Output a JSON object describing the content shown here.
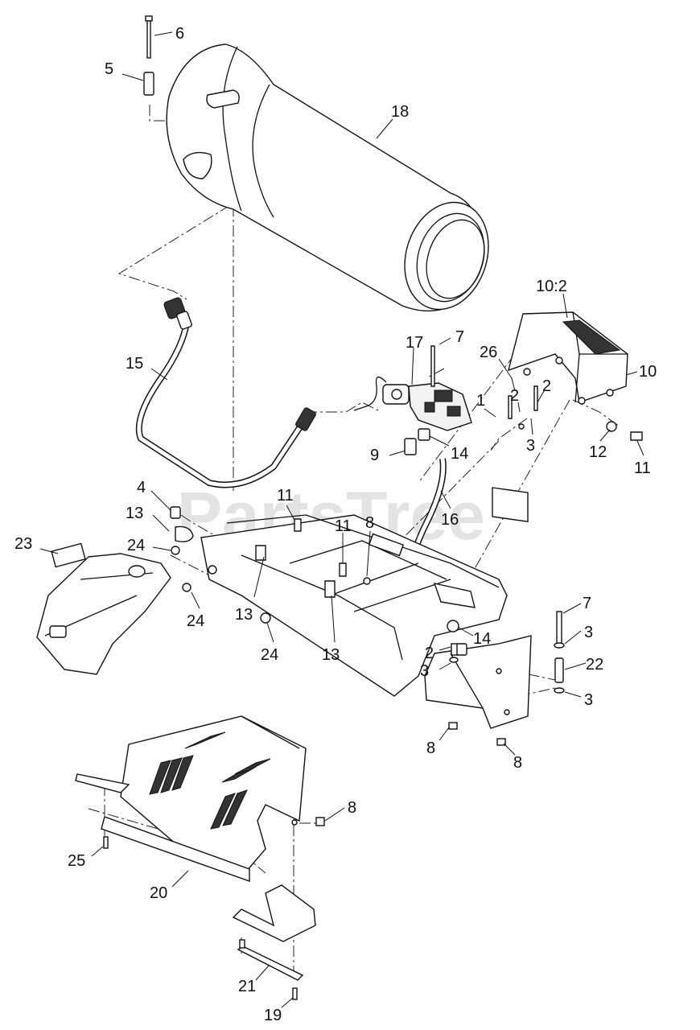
{
  "watermark": {
    "text": "PartsTree",
    "trademark": "TM"
  },
  "callouts": [
    {
      "id": "c6",
      "text": "6"
    },
    {
      "id": "c5",
      "text": "5"
    },
    {
      "id": "c18",
      "text": "18"
    },
    {
      "id": "c10_2",
      "text": "10:2"
    },
    {
      "id": "c7a",
      "text": "7"
    },
    {
      "id": "c17",
      "text": "17"
    },
    {
      "id": "c15",
      "text": "15"
    },
    {
      "id": "c26",
      "text": "26"
    },
    {
      "id": "c2a",
      "text": "2"
    },
    {
      "id": "c2b",
      "text": "2"
    },
    {
      "id": "c10",
      "text": "10"
    },
    {
      "id": "c1",
      "text": "1"
    },
    {
      "id": "c3a",
      "text": "3"
    },
    {
      "id": "c12",
      "text": "12"
    },
    {
      "id": "c11a",
      "text": "11"
    },
    {
      "id": "c9",
      "text": "9"
    },
    {
      "id": "c14a",
      "text": "14"
    },
    {
      "id": "c16",
      "text": "16"
    },
    {
      "id": "c4",
      "text": "4"
    },
    {
      "id": "c11b",
      "text": "11"
    },
    {
      "id": "c13a",
      "text": "13"
    },
    {
      "id": "c11c",
      "text": "11"
    },
    {
      "id": "c8a",
      "text": "8"
    },
    {
      "id": "c23",
      "text": "23"
    },
    {
      "id": "c24a",
      "text": "24"
    },
    {
      "id": "c24b",
      "text": "24"
    },
    {
      "id": "c13b",
      "text": "13"
    },
    {
      "id": "c24c",
      "text": "24"
    },
    {
      "id": "c13c",
      "text": "13"
    },
    {
      "id": "c7b",
      "text": "7"
    },
    {
      "id": "c3b",
      "text": "3"
    },
    {
      "id": "c14b",
      "text": "14"
    },
    {
      "id": "c2c",
      "text": "2"
    },
    {
      "id": "c22",
      "text": "22"
    },
    {
      "id": "c3c",
      "text": "3"
    },
    {
      "id": "c3d",
      "text": "3"
    },
    {
      "id": "c8b",
      "text": "8"
    },
    {
      "id": "c8c",
      "text": "8"
    },
    {
      "id": "c8d",
      "text": "8"
    },
    {
      "id": "c25",
      "text": "25"
    },
    {
      "id": "c20",
      "text": "20"
    },
    {
      "id": "c21",
      "text": "21"
    },
    {
      "id": "c19",
      "text": "19"
    }
  ]
}
